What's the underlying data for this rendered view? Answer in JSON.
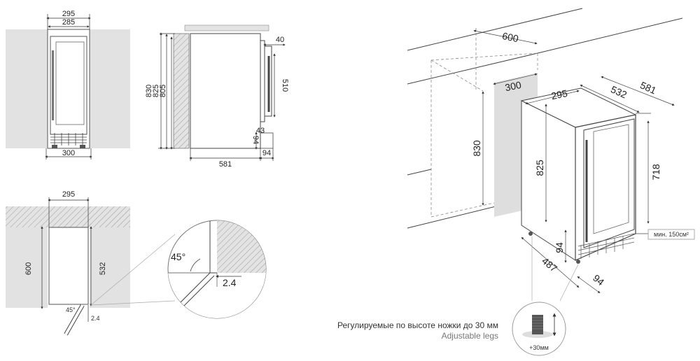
{
  "front_view": {
    "width_outer": "295",
    "width_inner": "285",
    "width_bottom": "300",
    "height_1": "830",
    "height_2": "825",
    "height_3": "805"
  },
  "side_view": {
    "handle_offset": "40",
    "door_height": "510",
    "foot_height": "94",
    "foot_inset": "43",
    "depth": "581",
    "foot_depth": "94"
  },
  "top_view": {
    "width": "295",
    "niche_depth": "600",
    "body_depth": "532",
    "door_angle": "45°",
    "clearance": "2.4"
  },
  "detail": {
    "door_angle": "45°",
    "clearance": "2.4"
  },
  "iso_view": {
    "niche_depth": "600",
    "niche_height": "830",
    "niche_width": "300",
    "appliance_width": "295",
    "appliance_depth_body": "532",
    "appliance_depth_total": "581",
    "appliance_height": "825",
    "door_height": "718",
    "leg_height": "94",
    "leg_depth": "487",
    "leg_depth_front": "94",
    "ventilation": "мин. 150см²"
  },
  "legs_caption": {
    "ru": "Регулируемые по высоте ножки до 30 мм",
    "en": "Adjustable legs",
    "leg_range": "+30мм"
  }
}
